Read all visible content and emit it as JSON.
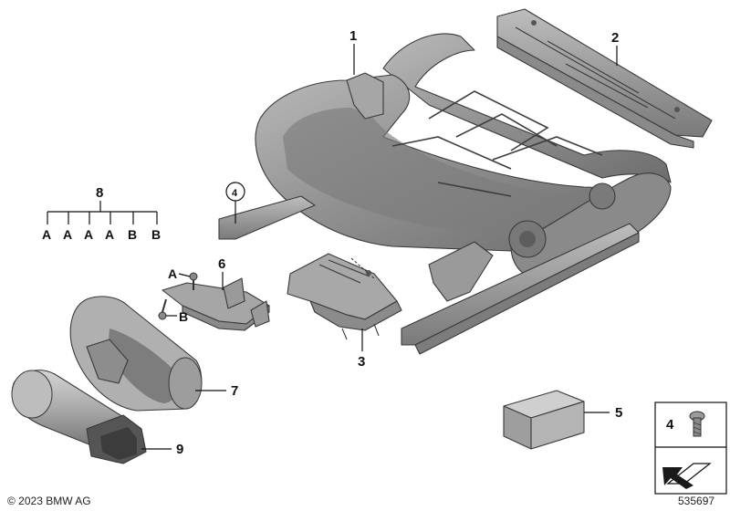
{
  "callouts": {
    "c1": "1",
    "c2": "2",
    "c3": "3",
    "c4": "4",
    "c5": "5",
    "c6": "6",
    "c7": "7",
    "c8": "8",
    "c9": "9"
  },
  "kit_items": [
    "A",
    "A",
    "A",
    "A",
    "B",
    "B"
  ],
  "fastener_labels": {
    "a": "A",
    "b": "B"
  },
  "legend_box": {
    "number": "4"
  },
  "footer": {
    "copyright": "© 2023 BMW AG",
    "diagram_id": "535697"
  },
  "colors": {
    "part_fill": "#9c9c9c",
    "part_dark": "#6e6e6e",
    "part_light": "#c8c8c8",
    "line": "#111111"
  }
}
